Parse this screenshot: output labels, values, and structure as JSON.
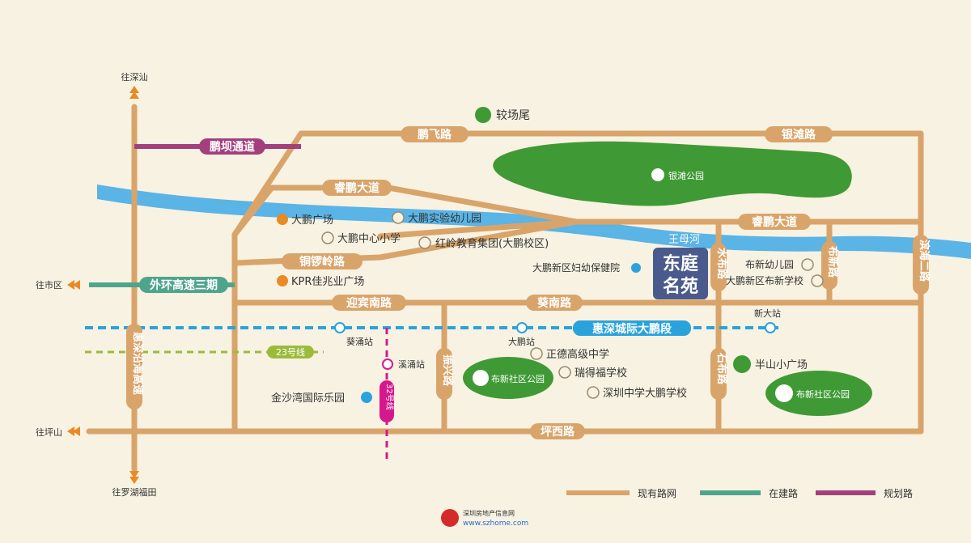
{
  "colors": {
    "background": "#f8f2e2",
    "existing_road": "#d9a46a",
    "under_construction": "#4fa58c",
    "planned": "#a2407e",
    "river": "#5ab4e5",
    "park": "#3f9a35",
    "project_box": "#4a5a8c",
    "metro_32": "#d6188c",
    "intercity_rail": "#2aa3dc",
    "line_23": "#9bbb3c",
    "poi_orange": "#e98a25"
  },
  "directions": {
    "north": "往深汕",
    "south": "往罗湖福田",
    "west_top": "往市区",
    "west_bottom": "往坪山"
  },
  "roads": {
    "pengfei": "鹏飞路",
    "yintan": "银滩路",
    "peng_ba": "鹏坝通道",
    "ruipeng_west": "睿鹏大道",
    "ruipeng_east": "睿鹏大道",
    "tongluoling": "铜锣岭路",
    "outer_ring": "外环高速三期",
    "yingbin_south": "迎宾南路",
    "kuinan": "葵南路",
    "pingxi": "坪西路",
    "huishen_coastal": "惠深沿海高速",
    "zhenxing": "振兴路",
    "shuibu": "水布路",
    "buxin": "布新路",
    "shibu": "石布路",
    "binhai2": "滨海二路"
  },
  "rail": {
    "intercity_name": "惠深城际大鹏段",
    "line23": "23号线",
    "line32": "32号线",
    "stations": {
      "kuiyong": "葵涌站",
      "dapeng": "大鹏站",
      "xinda": "新大站",
      "xiyong": "溪涌站"
    }
  },
  "places": {
    "jiaochangwei": "较场尾",
    "yintan_park": "银滩公园",
    "wangmu_river": "王母河",
    "dapeng_plaza": "大鹏广场",
    "dapeng_kindergarten": "大鹏实验幼儿园",
    "dapeng_central_primary": "大鹏中心小学",
    "hongling": "红岭教育集团(大鹏校区)",
    "maternal_hospital": "大鹏新区妇幼保健院",
    "kpr_plaza": "KPR佳兆业广场",
    "buxin_kindergarten": "布新幼儿园",
    "buxin_school": "大鹏新区布新学校",
    "zhengde_high": "正德高级中学",
    "ruidefu": "瑞得福学校",
    "shenzhen_middle": "深圳中学大鹏学校",
    "buxin_park_1": "布新社区公园",
    "buxin_park_2": "布新社区公园",
    "banshan_plaza": "半山小广场",
    "jinshawan": "金沙湾国际乐园"
  },
  "project": {
    "name_line1": "东庭",
    "name_line2": "名苑"
  },
  "legend": {
    "existing": "现有路网",
    "construction": "在建路",
    "planned": "规划路"
  },
  "watermark": {
    "name": "深圳房地产信息网",
    "url": "www.szhome.com"
  }
}
